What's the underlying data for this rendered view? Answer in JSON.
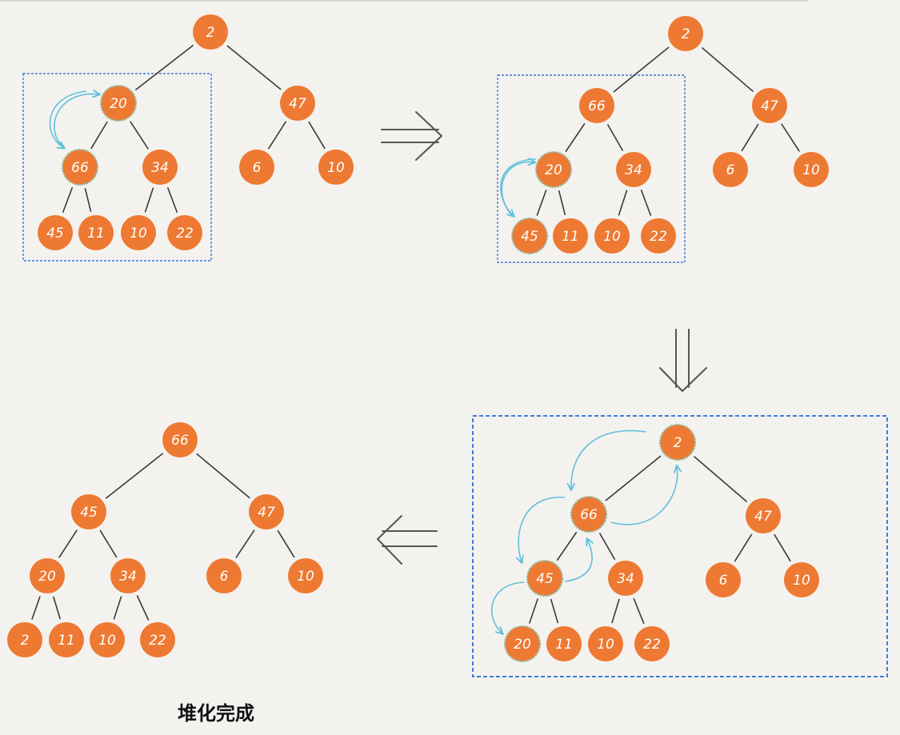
{
  "colors": {
    "node_fill": "#ee7932",
    "node_text": "#ffffff",
    "edge": "#3a3a3a",
    "highlight_ring": "#8fb89e",
    "swap_arrow": "#5ec0dc",
    "selection_box": "#3b7be0",
    "step_arrow": "#555555"
  },
  "caption": "堆化完成",
  "trees": [
    {
      "id": "step1",
      "nodes": [
        "2",
        "20",
        "47",
        "66",
        "34",
        "6",
        "10",
        "45",
        "11",
        "10",
        "22"
      ],
      "highlighted": [
        "20",
        "66"
      ]
    },
    {
      "id": "step2",
      "nodes": [
        "2",
        "66",
        "47",
        "20",
        "34",
        "6",
        "10",
        "45",
        "11",
        "10",
        "22"
      ],
      "highlighted": [
        "20",
        "45"
      ]
    },
    {
      "id": "step3",
      "nodes": [
        "2",
        "66",
        "47",
        "45",
        "34",
        "6",
        "10",
        "20",
        "11",
        "10",
        "22"
      ],
      "highlighted": [
        "2",
        "66",
        "45",
        "20"
      ]
    },
    {
      "id": "final",
      "nodes": [
        "66",
        "45",
        "47",
        "20",
        "34",
        "6",
        "10",
        "2",
        "11",
        "10",
        "22"
      ],
      "highlighted": []
    }
  ]
}
